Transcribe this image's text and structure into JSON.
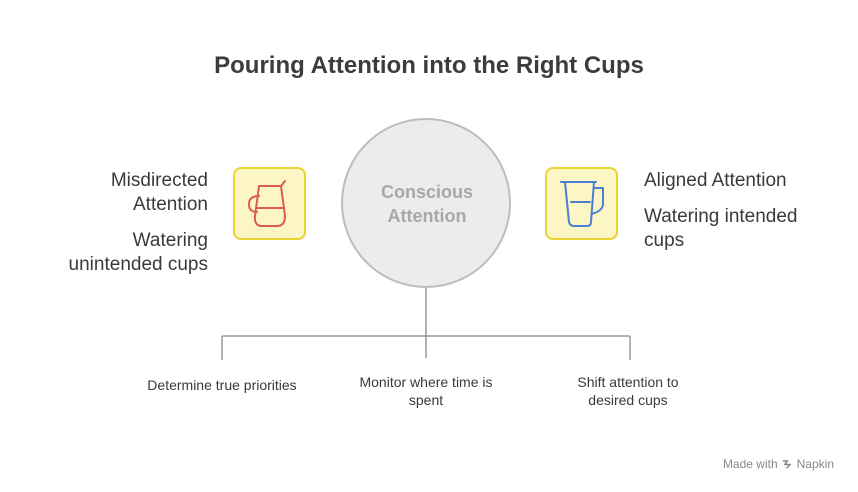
{
  "title": "Pouring Attention into the Right Cups",
  "center": {
    "label_line1": "Conscious",
    "label_line2": "Attention"
  },
  "left": {
    "heading_line1": "Misdirected",
    "heading_line2": "Attention",
    "desc_line1": "Watering",
    "desc_line2": "unintended cups",
    "icon": "pitcher-icon",
    "icon_color": "#e05a4f"
  },
  "right": {
    "heading": "Aligned Attention",
    "desc_line1": "Watering intended",
    "desc_line2": "cups",
    "icon": "measuring-cup-icon",
    "icon_color": "#4a7fd6"
  },
  "branches": [
    {
      "line1": "Determine true priorities",
      "line2": ""
    },
    {
      "line1": "Monitor where time is",
      "line2": "spent"
    },
    {
      "line1": "Shift attention to",
      "line2": "desired cups"
    }
  ],
  "colors": {
    "icon_box_fill": "#fbf6c4",
    "icon_box_border": "#e8d432",
    "circle_fill": "#ececec",
    "circle_border": "#bdbdbd",
    "connector": "#9a9a9a"
  },
  "watermark": {
    "prefix": "Made with",
    "brand": "Napkin"
  }
}
